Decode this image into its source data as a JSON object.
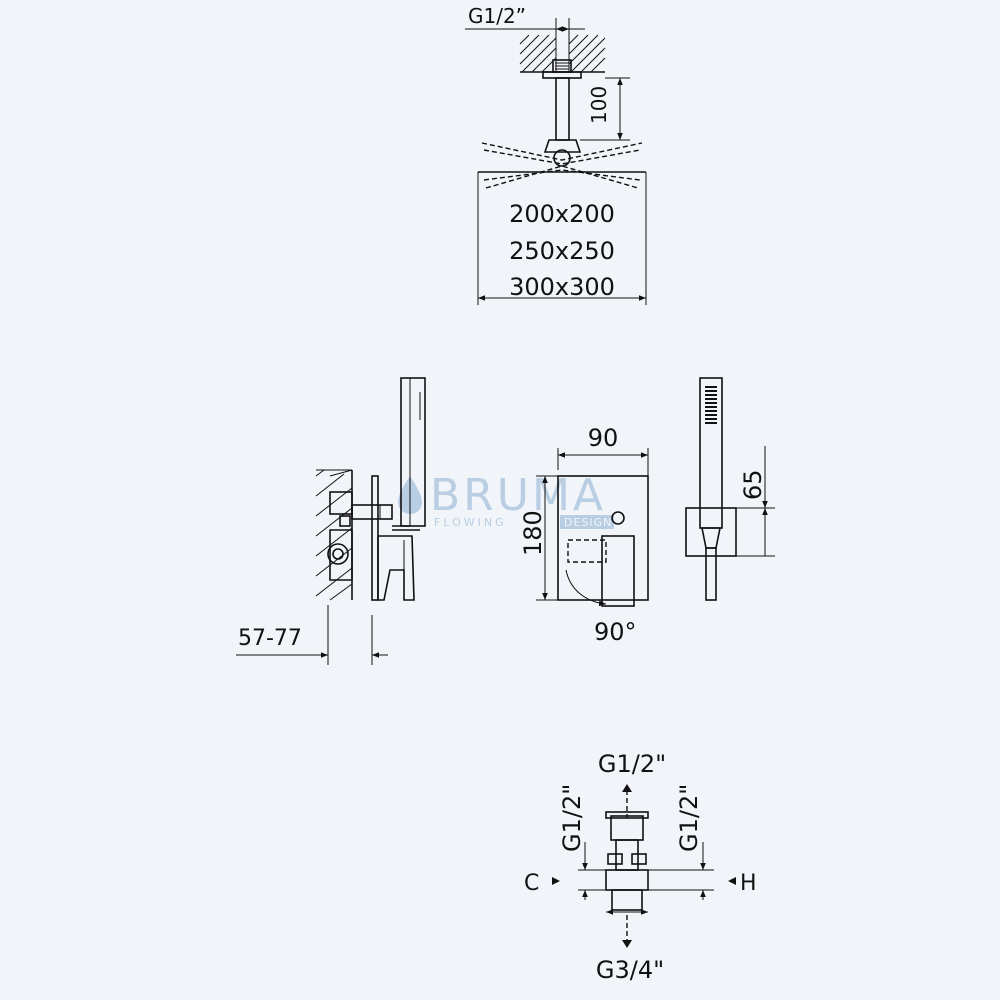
{
  "watermark": {
    "brand": "BRUMA",
    "tagline_left": "FLOWING",
    "tagline_right": "DESIGN"
  },
  "head_shower": {
    "thread": "G1/2”",
    "arm_length": "100",
    "sizes": [
      "200x200",
      "250x250",
      "300x300"
    ]
  },
  "side_view": {
    "wall_depth": "57-77"
  },
  "front_view": {
    "width": "90",
    "height": "180",
    "rotation": "90°"
  },
  "hand_shower": {
    "holder_height": "65"
  },
  "valve": {
    "top": "G1/2\"",
    "left_vertical": "G1/2\"",
    "right_vertical": "G1/2\"",
    "cold": "C",
    "hot": "H",
    "bottom": "G3/4\""
  },
  "colors": {
    "background": "#f1f5f9",
    "line": "#111111",
    "watermark": "#b9cde3"
  }
}
